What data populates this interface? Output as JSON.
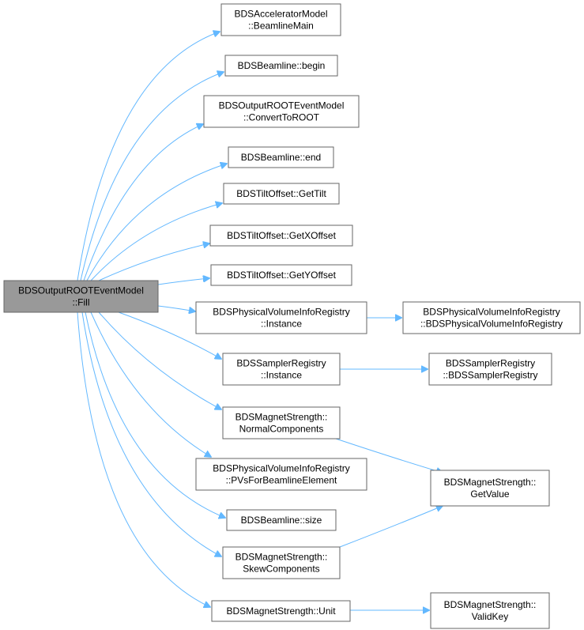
{
  "diagram": {
    "type": "call-graph",
    "colors": {
      "edge": "#63b8ff",
      "node_border": "#666666",
      "node_fill": "#ffffff",
      "root_fill": "#999999",
      "root_border": "#666666",
      "text": "#000000"
    },
    "nodes": [
      {
        "id": "root",
        "label": "BDSOutputROOTEventModel\n::Fill",
        "root": true
      },
      {
        "id": "n1",
        "label": "BDSAcceleratorModel\n::BeamlineMain"
      },
      {
        "id": "n2",
        "label": "BDSBeamline::begin"
      },
      {
        "id": "n3",
        "label": "BDSOutputROOTEventModel\n::ConvertToROOT"
      },
      {
        "id": "n4",
        "label": "BDSBeamline::end"
      },
      {
        "id": "n5",
        "label": "BDSTiltOffset::GetTilt"
      },
      {
        "id": "n6",
        "label": "BDSTiltOffset::GetXOffset"
      },
      {
        "id": "n7",
        "label": "BDSTiltOffset::GetYOffset"
      },
      {
        "id": "n8",
        "label": "BDSPhysicalVolumeInfoRegistry\n::Instance"
      },
      {
        "id": "n9",
        "label": "BDSPhysicalVolumeInfoRegistry\n::BDSPhysicalVolumeInfoRegistry"
      },
      {
        "id": "n10",
        "label": "BDSSamplerRegistry\n::Instance"
      },
      {
        "id": "n11",
        "label": "BDSSamplerRegistry\n::BDSSamplerRegistry"
      },
      {
        "id": "n12",
        "label": "BDSMagnetStrength::\nNormalComponents"
      },
      {
        "id": "n13",
        "label": "BDSPhysicalVolumeInfoRegistry\n::PVsForBeamlineElement"
      },
      {
        "id": "n14",
        "label": "BDSMagnetStrength::\nGetValue"
      },
      {
        "id": "n15",
        "label": "BDSBeamline::size"
      },
      {
        "id": "n16",
        "label": "BDSMagnetStrength::\nSkewComponents"
      },
      {
        "id": "n17",
        "label": "BDSMagnetStrength::Unit"
      },
      {
        "id": "n18",
        "label": "BDSMagnetStrength::\nValidKey"
      }
    ],
    "edges": [
      {
        "from": "root",
        "to": "n1"
      },
      {
        "from": "root",
        "to": "n2"
      },
      {
        "from": "root",
        "to": "n3"
      },
      {
        "from": "root",
        "to": "n4"
      },
      {
        "from": "root",
        "to": "n5"
      },
      {
        "from": "root",
        "to": "n6"
      },
      {
        "from": "root",
        "to": "n7"
      },
      {
        "from": "root",
        "to": "n8"
      },
      {
        "from": "root",
        "to": "n10"
      },
      {
        "from": "root",
        "to": "n12"
      },
      {
        "from": "root",
        "to": "n13"
      },
      {
        "from": "root",
        "to": "n15"
      },
      {
        "from": "root",
        "to": "n16"
      },
      {
        "from": "root",
        "to": "n17"
      },
      {
        "from": "n8",
        "to": "n9"
      },
      {
        "from": "n10",
        "to": "n11"
      },
      {
        "from": "n12",
        "to": "n14"
      },
      {
        "from": "n16",
        "to": "n14"
      },
      {
        "from": "n17",
        "to": "n18"
      }
    ]
  }
}
